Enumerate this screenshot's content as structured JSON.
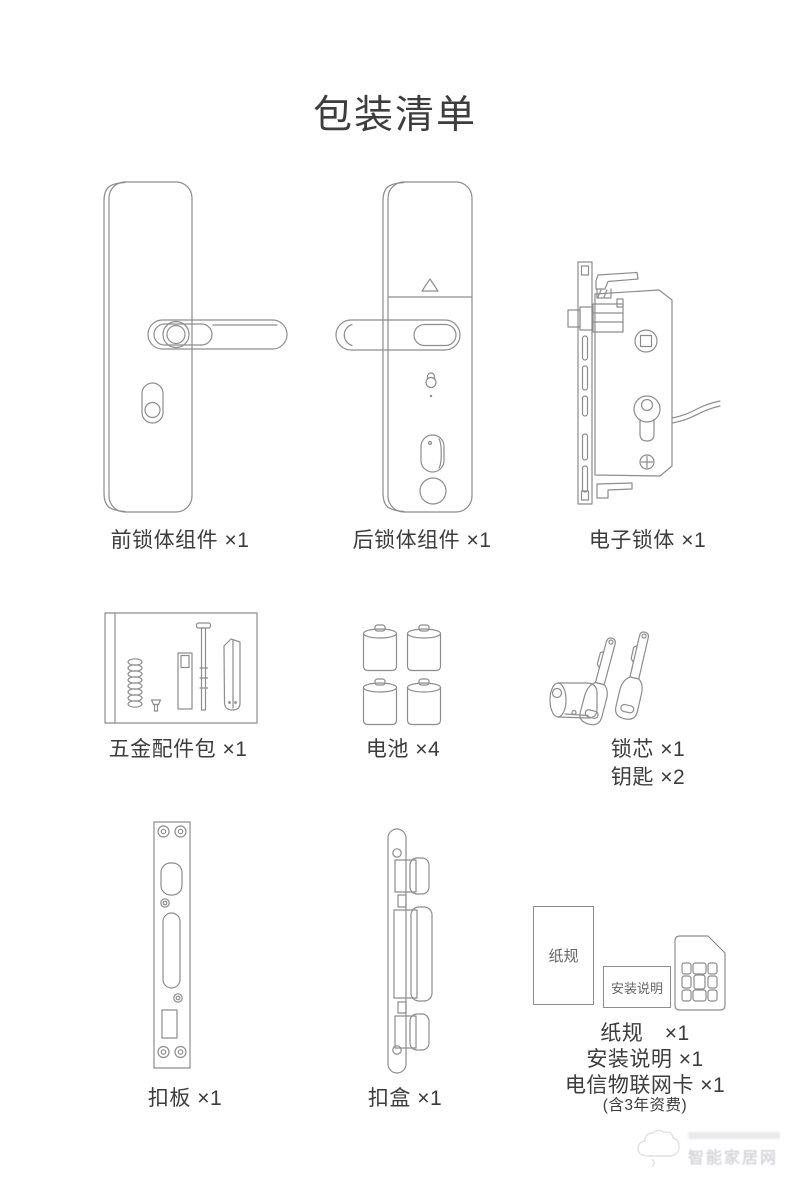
{
  "title": "包装清单",
  "items": [
    {
      "name": "front-lock-assembly",
      "label": "前锁体组件 ×1"
    },
    {
      "name": "rear-lock-assembly",
      "label": "后锁体组件 ×1"
    },
    {
      "name": "electronic-lock-body",
      "label": "电子锁体 ×1"
    },
    {
      "name": "hardware-kit",
      "label": "五金配件包 ×1"
    },
    {
      "name": "batteries",
      "label": "电池 ×4"
    },
    {
      "name": "lock-cylinder-and-keys",
      "label_line1": "锁芯 ×1",
      "label_line2": "钥匙 ×2"
    },
    {
      "name": "strike-plate",
      "label": "扣板 ×1"
    },
    {
      "name": "strike-box",
      "label": "扣盒 ×1"
    },
    {
      "name": "documents-and-sim",
      "paper_text": "纸规",
      "manual_text": "安装说明",
      "label_line1": "纸规　×1",
      "label_line2": "安装说明 ×1",
      "label_line3": "电信物联网卡 ×1",
      "label_line4": "(含3年资费)"
    }
  ],
  "watermark": {
    "text": "智能家居网"
  },
  "colors": {
    "line": "#8d8d8d",
    "text": "#3c3c3c",
    "background": "#ffffff"
  }
}
